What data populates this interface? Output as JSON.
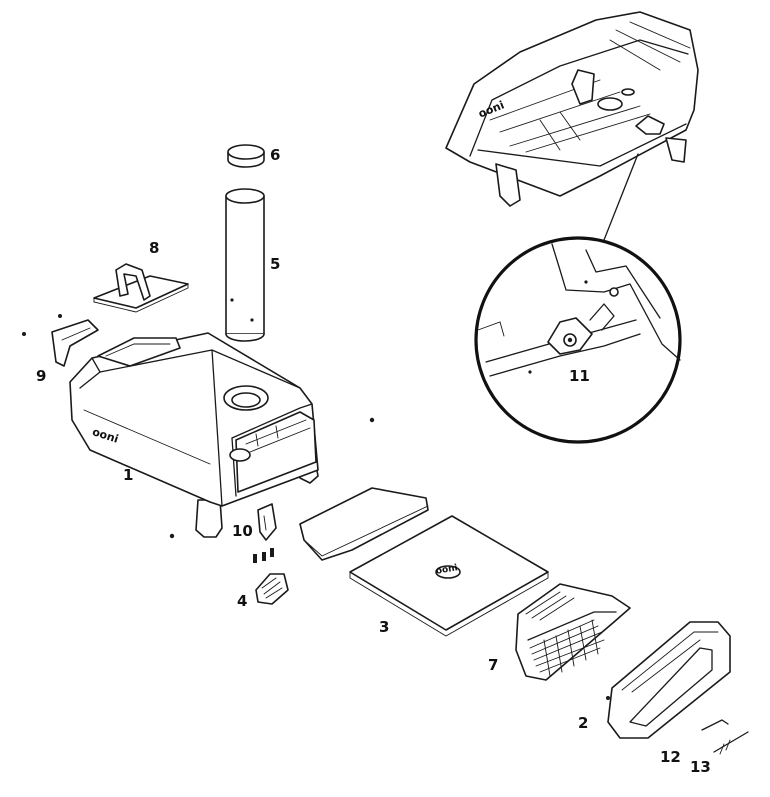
{
  "logo": {
    "text": "ooni"
  },
  "labels": {
    "p1": "1",
    "p2": "2",
    "p3": "3",
    "p4": "4",
    "p5": "5",
    "p6": "6",
    "p7": "7",
    "p8": "8",
    "p9": "9",
    "p10": "10",
    "p11": "11",
    "p12": "12",
    "p13": "13"
  }
}
